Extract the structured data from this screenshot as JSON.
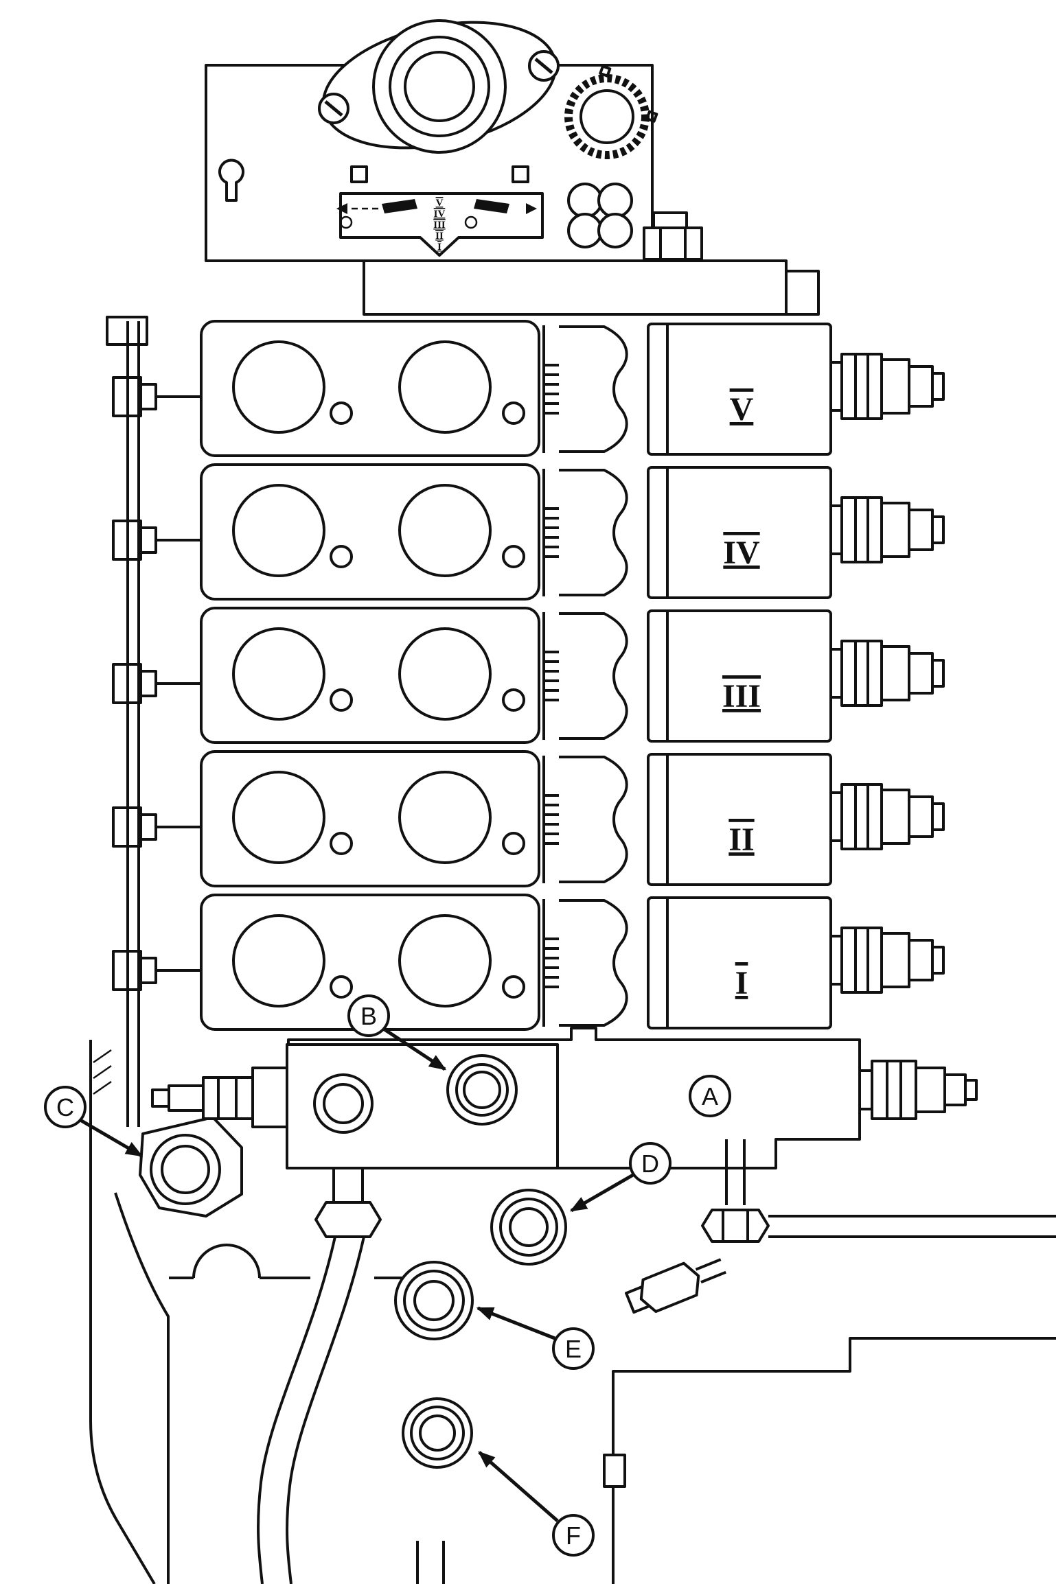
{
  "diagram": {
    "sections": [
      {
        "label": "V"
      },
      {
        "label": "IV"
      },
      {
        "label": "III"
      },
      {
        "label": "II"
      },
      {
        "label": "I"
      }
    ],
    "callouts": [
      {
        "letter": "A"
      },
      {
        "letter": "B"
      },
      {
        "letter": "C"
      },
      {
        "letter": "D"
      },
      {
        "letter": "E"
      },
      {
        "letter": "F"
      }
    ],
    "decal_numerals": [
      "V",
      "IV",
      "III",
      "II",
      "I"
    ],
    "colors": {
      "line": "#111111",
      "background": "#ffffff"
    }
  }
}
